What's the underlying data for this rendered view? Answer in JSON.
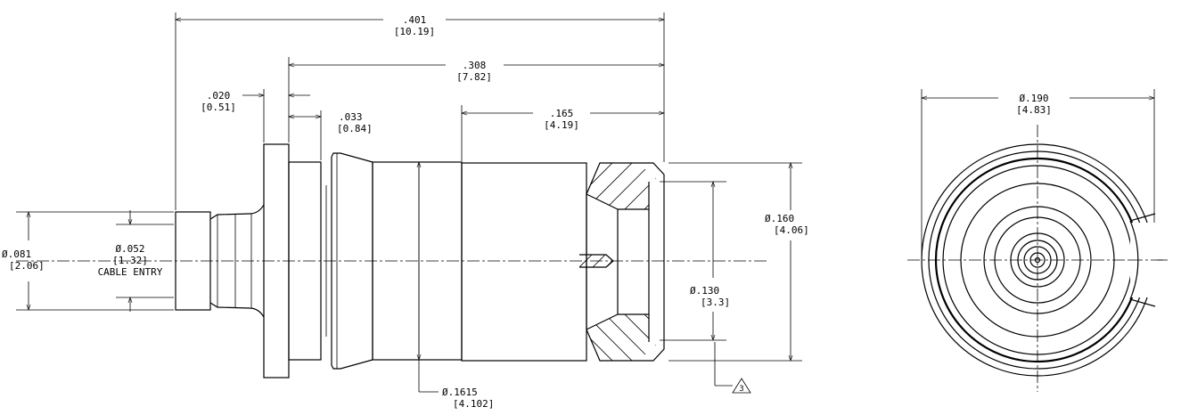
{
  "dimensions": {
    "overall_length": {
      "inch": ".401",
      "mm": "[10.19]"
    },
    "body_length": {
      "inch": ".308",
      "mm": "[7.82]"
    },
    "flange_thickness": {
      "inch": ".020",
      "mm": "[0.51]"
    },
    "groove_width": {
      "inch": ".033",
      "mm": "[0.84]"
    },
    "socket_length": {
      "inch": ".165",
      "mm": "[4.19]"
    },
    "entry_diameter": {
      "inch": "Ø.081",
      "mm": "[2.06]"
    },
    "cable_entry": {
      "inch": "Ø.052",
      "mm": "[1.32]",
      "label": "CABLE ENTRY"
    },
    "outer_diameter": {
      "inch": "Ø.160",
      "mm": "[4.06]"
    },
    "bore_diameter": {
      "inch": "Ø.130",
      "mm": "[3.3]"
    },
    "body_diameter": {
      "inch": "Ø.1615",
      "mm": "[4.102]"
    },
    "end_view_diameter": {
      "inch": "Ø.190",
      "mm": "[4.83]"
    }
  },
  "note_flag": "3"
}
